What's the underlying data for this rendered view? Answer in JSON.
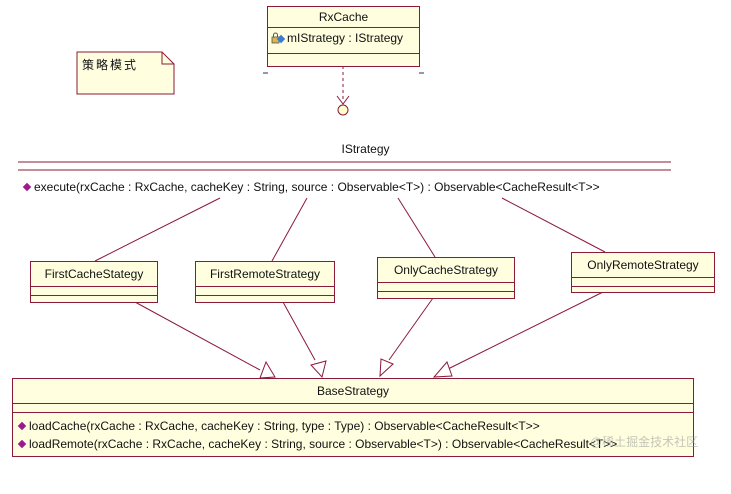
{
  "rxcache": {
    "name": "RxCache",
    "attribute": "mIStrategy : IStrategy",
    "attribute_icon": "lock-field-icon"
  },
  "note": {
    "text": "策略模式"
  },
  "istrategy": {
    "name": "IStrategy",
    "operation": "execute(rxCache : RxCache, cacheKey : String, source : Observable<T>) : Observable<CacheResult<T>>"
  },
  "strategies": [
    {
      "name": "FirstCacheStategy"
    },
    {
      "name": "FirstRemoteStrategy"
    },
    {
      "name": "OnlyCacheStrategy"
    },
    {
      "name": "OnlyRemoteStrategy"
    }
  ],
  "base": {
    "name": "BaseStrategy",
    "operations": [
      "loadCache(rxCache : RxCache, cacheKey : String, type : Type) : Observable<CacheResult<T>>",
      "loadRemote(rxCache : RxCache, cacheKey : String, source : Observable<T>) : Observable<CacheResult<T>>"
    ]
  },
  "watermark": "@稀土掘金技术社区",
  "colors": {
    "border": "#8b1a3a",
    "fill": "#ffffe0",
    "operation_icon": "#9a1b8c",
    "interface_fill": "#ffffcc",
    "link": "#8b1a3a"
  }
}
